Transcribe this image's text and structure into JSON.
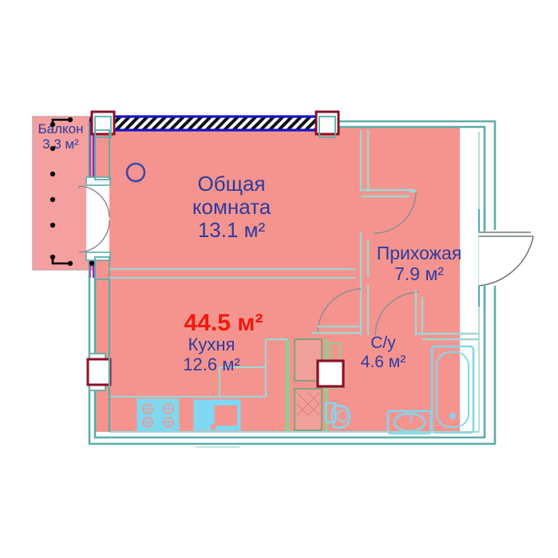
{
  "plan": {
    "total_area_label": "44.5 м²",
    "total_area_value": 44.5,
    "units": "м²",
    "colors": {
      "room_fill": "#F5948F",
      "wall_outline": "#5BACA8",
      "label_blue": "#2B3C9E",
      "total_red": "#F01A10",
      "window_blue": "#1414C8",
      "marker_red": "#8B1028",
      "fixture_blue": "#7FD8F0",
      "shaft_green": "#7FBF7F",
      "balcony_rail": "#000000",
      "door_swing": "#8C8C96",
      "background": "#FFFFFF"
    },
    "rooms": [
      {
        "id": "living",
        "name": "Общая комната",
        "name_line1": "Общая",
        "name_line2": "комната",
        "area": "13.1 м²"
      },
      {
        "id": "hall",
        "name": "Прихожая",
        "name_line1": "Прихожая",
        "name_line2": "",
        "area": "7.9 м²"
      },
      {
        "id": "kitchen",
        "name": "Кухня",
        "name_line1": "Кухня",
        "name_line2": "",
        "area": "12.6 м²"
      },
      {
        "id": "bath",
        "name": "С/у",
        "name_line1": "С/у",
        "name_line2": "",
        "area": "4.6 м²"
      },
      {
        "id": "balcony",
        "name": "Балкон",
        "name_line1": "Балкон",
        "name_line2": "",
        "area": "3.3 м²"
      }
    ],
    "fixtures": [
      {
        "id": "stove",
        "name": "kitchen-stove",
        "room": "kitchen"
      },
      {
        "id": "sink",
        "name": "kitchen-sink",
        "room": "kitchen"
      },
      {
        "id": "toilet",
        "name": "toilet",
        "room": "bath"
      },
      {
        "id": "washbasin",
        "name": "washbasin",
        "room": "bath"
      },
      {
        "id": "bathtub",
        "name": "bathtub",
        "room": "bath"
      }
    ],
    "openings": [
      {
        "id": "window-top",
        "name": "living-room-window",
        "type": "window"
      },
      {
        "id": "window-left",
        "name": "kitchen-window",
        "type": "window"
      },
      {
        "id": "window-mid",
        "name": "bathroom-window",
        "type": "window"
      },
      {
        "id": "door-entry",
        "name": "entrance-door",
        "type": "door"
      },
      {
        "id": "door-living",
        "name": "living-room-door",
        "type": "door"
      },
      {
        "id": "door-kitchen",
        "name": "kitchen-door",
        "type": "door"
      },
      {
        "id": "door-bath",
        "name": "bathroom-door",
        "type": "door"
      },
      {
        "id": "door-balcony",
        "name": "balcony-door",
        "type": "door"
      }
    ]
  }
}
